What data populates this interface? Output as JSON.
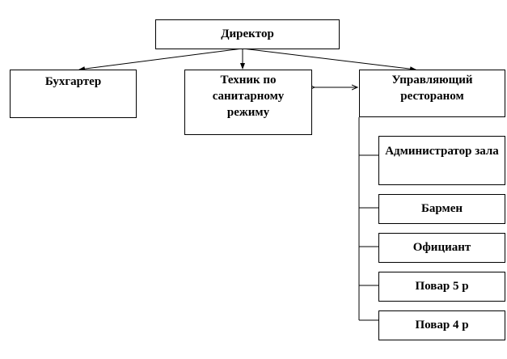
{
  "nodes": {
    "director": "Директор",
    "accountant": "Бухгартер",
    "sanitary_tech": "Техник по санитарному режиму",
    "manager": "Управляющий рестораном",
    "subordinates": [
      "Администратор зала",
      "Бармен",
      "Официант",
      "Повар 5 р",
      "Повар 4 р"
    ]
  }
}
